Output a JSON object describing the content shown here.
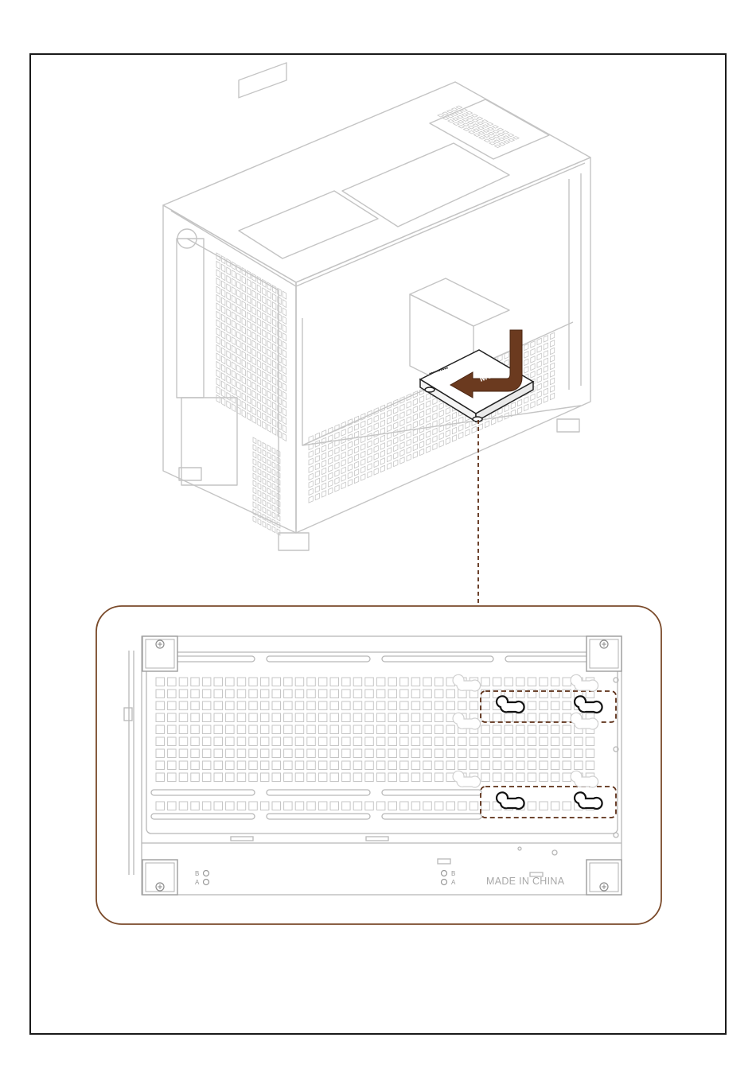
{
  "labels": {
    "move_arrow": "MOVE",
    "made_in": "MADE IN CHINA",
    "port_b_left": "B",
    "port_a_left": "A",
    "port_b_right": "B",
    "port_a_right": "A"
  },
  "colors": {
    "line": "#bdbdbd",
    "frame": "#1a1a1a",
    "accent": "#6b3a1f",
    "highlight_dash": "#5c2e16",
    "panel_border": "#7a4a2a"
  },
  "icons": {
    "arrow": "curved-move-arrow-icon",
    "screw": "screw-head-icon",
    "mount_hole": "keyhole-mount-icon"
  }
}
